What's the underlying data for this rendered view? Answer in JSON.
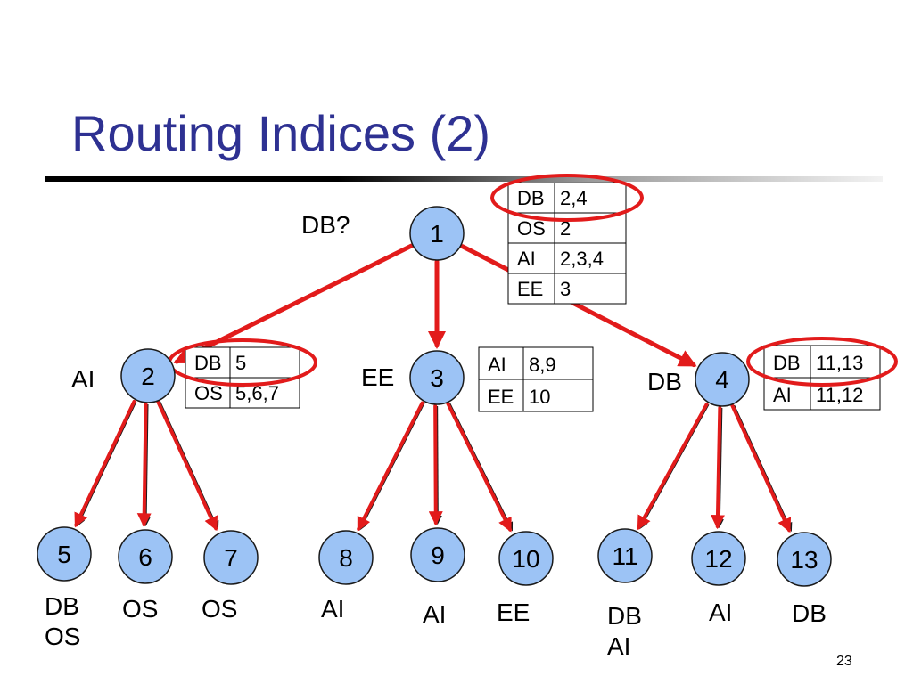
{
  "slide": {
    "title": "Routing Indices (2)",
    "query": "DB?",
    "page_number": "23"
  },
  "nodes": [
    {
      "id": "1",
      "topic": ""
    },
    {
      "id": "2",
      "topic": "AI"
    },
    {
      "id": "3",
      "topic": "EE"
    },
    {
      "id": "4",
      "topic": "DB"
    },
    {
      "id": "5",
      "topic": "DB\nOS"
    },
    {
      "id": "6",
      "topic": "OS"
    },
    {
      "id": "7",
      "topic": "OS"
    },
    {
      "id": "8",
      "topic": "AI"
    },
    {
      "id": "9",
      "topic": "AI"
    },
    {
      "id": "10",
      "topic": "EE"
    },
    {
      "id": "11",
      "topic": "DB\nAI"
    },
    {
      "id": "12",
      "topic": "AI"
    },
    {
      "id": "13",
      "topic": "DB"
    }
  ],
  "edges": [
    {
      "from": "1",
      "to": "2",
      "highlighted": true
    },
    {
      "from": "1",
      "to": "3",
      "highlighted": true
    },
    {
      "from": "1",
      "to": "4",
      "highlighted": true
    },
    {
      "from": "2",
      "to": "5",
      "highlighted": true
    },
    {
      "from": "2",
      "to": "6",
      "highlighted": true
    },
    {
      "from": "2",
      "to": "7",
      "highlighted": true
    },
    {
      "from": "3",
      "to": "8",
      "highlighted": true
    },
    {
      "from": "3",
      "to": "9",
      "highlighted": true
    },
    {
      "from": "3",
      "to": "10",
      "highlighted": true
    },
    {
      "from": "4",
      "to": "11",
      "highlighted": true
    },
    {
      "from": "4",
      "to": "12",
      "highlighted": true
    },
    {
      "from": "4",
      "to": "13",
      "highlighted": true
    }
  ],
  "tables": [
    {
      "node": "1",
      "rows": [
        [
          "DB",
          "2,4"
        ],
        [
          "OS",
          "2"
        ],
        [
          "AI",
          "2,3,4"
        ],
        [
          "EE",
          "3"
        ]
      ],
      "circled_row": 0
    },
    {
      "node": "2",
      "rows": [
        [
          "DB",
          "5"
        ],
        [
          "OS",
          "5,6,7"
        ]
      ],
      "circled_row": 0
    },
    {
      "node": "3",
      "rows": [
        [
          "AI",
          "8,9"
        ],
        [
          "EE",
          "10"
        ]
      ],
      "circled_row": -1
    },
    {
      "node": "4",
      "rows": [
        [
          "DB",
          "11,13"
        ],
        [
          "AI",
          "11,12"
        ]
      ],
      "circled_row": 0
    }
  ],
  "colors": {
    "node_fill": "#9cc3f5",
    "node_stroke": "#1a1a1a",
    "highlight": "#e21b1b",
    "edge_dark": "#1a1a1a",
    "title": "#2e3192"
  }
}
